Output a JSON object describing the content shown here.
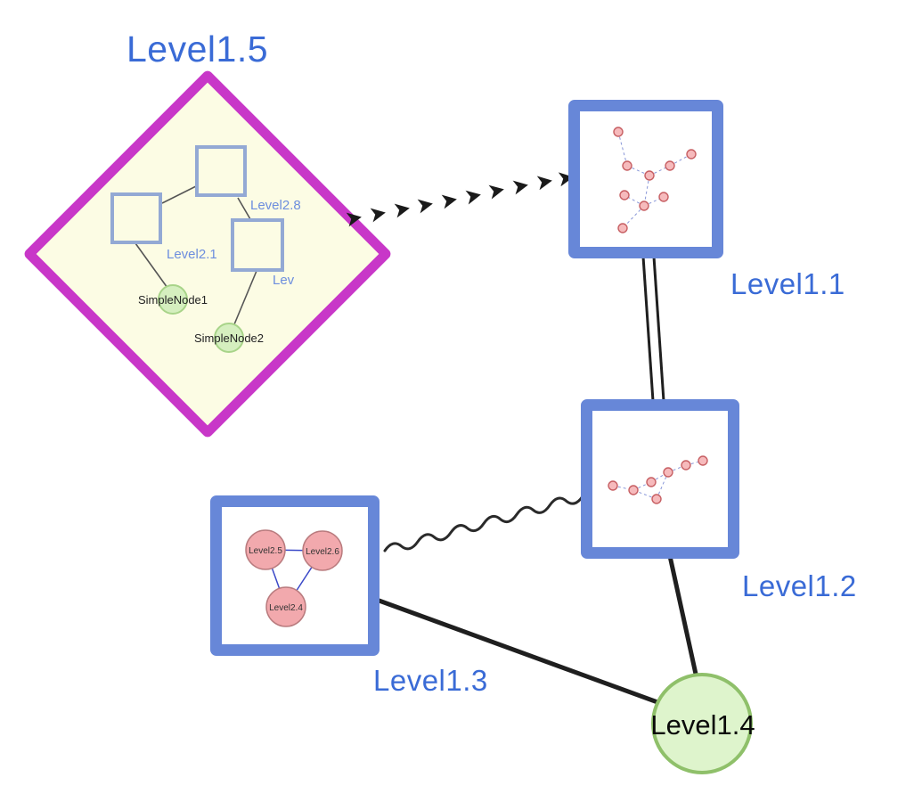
{
  "diagram": {
    "nodes": {
      "level1_5": {
        "label": "Level1.5",
        "shape": "diamond",
        "border_color": "#c837c8",
        "fill_color": "#fcfce4",
        "children": {
          "level2_8": {
            "label": "Level2.8",
            "shape": "square"
          },
          "level2_1": {
            "label": "Level2.1",
            "shape": "square"
          },
          "level2_trunc": {
            "label": "Lev",
            "shape": "square"
          },
          "simple_node_1": {
            "label": "SimpleNode1",
            "shape": "circle"
          },
          "simple_node_2": {
            "label": "SimpleNode2",
            "shape": "circle"
          }
        }
      },
      "level1_1": {
        "label": "Level1.1",
        "shape": "square",
        "border_color": "#6787d8"
      },
      "level1_2": {
        "label": "Level1.2",
        "shape": "square",
        "border_color": "#6787d8"
      },
      "level1_3": {
        "label": "Level1.3",
        "shape": "square",
        "border_color": "#6787d8",
        "children": {
          "level2_5": {
            "label": "Level2.5"
          },
          "level2_6": {
            "label": "Level2.6"
          },
          "level2_4": {
            "label": "Level2.4"
          }
        }
      },
      "level1_4": {
        "label": "Level1.4",
        "shape": "circle",
        "border_color": "#8fc06a",
        "fill_color": "#def4cc"
      }
    },
    "edges": [
      {
        "from": "Level1.5",
        "to": "Level1.1",
        "style": "dashed-arrow"
      },
      {
        "from": "Level1.1",
        "to": "Level1.2",
        "style": "double-line"
      },
      {
        "from": "Level1.3",
        "to": "Level1.2",
        "style": "wavy"
      },
      {
        "from": "Level1.3",
        "to": "Level1.4",
        "style": "solid"
      },
      {
        "from": "Level1.2",
        "to": "Level1.4",
        "style": "solid"
      }
    ],
    "colors": {
      "label_text": "#3a6bd6",
      "edge_color": "#1f1f1f",
      "mini_node_fill": "#f6babc",
      "mini_node_stroke": "#c75f63",
      "mini_edge": "#8896d8"
    }
  }
}
